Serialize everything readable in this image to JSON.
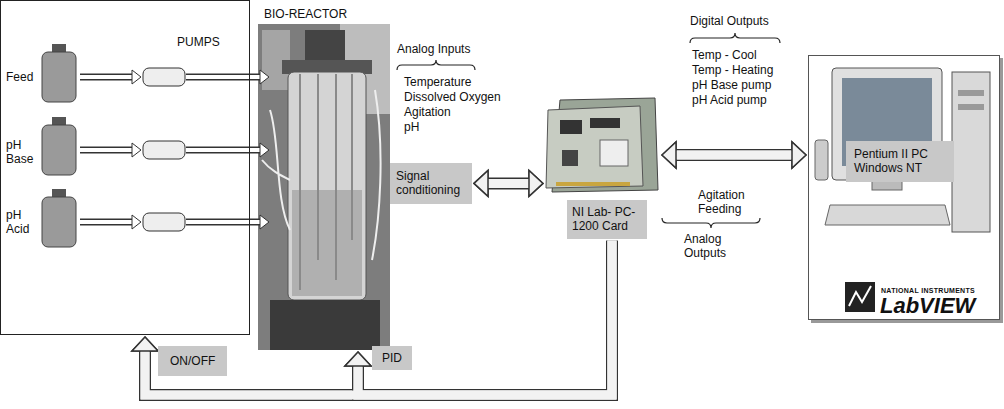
{
  "diagram": {
    "nodes": [
      {
        "text": [
          "PUMPS"
        ]
      },
      {
        "text": [
          "BIO-REACTOR"
        ]
      },
      {
        "text": [
          "Signal conditioning"
        ]
      },
      {
        "text": [
          "NI Lab- PC- 1200 Card"
        ]
      },
      {
        "text": [
          "Pentium II PC Windows NT"
        ]
      }
    ],
    "edges": [
      {
        "from": 2,
        "to": 3,
        "arrow": "both"
      },
      {
        "from": 3,
        "to": 4,
        "arrow": "both"
      },
      {
        "from": 3,
        "to": 0,
        "arrow": "to",
        "label": "ON/OFF"
      },
      {
        "from": 3,
        "to": 1,
        "arrow": "to",
        "label": "PID"
      }
    ],
    "labels": [
      "Feed",
      "pH Base",
      "pH Acid",
      "Analog Inputs",
      "Temperature",
      "Dissolved Oxygen",
      "Agitation",
      "pH",
      "Digital Outputs",
      "Temp - Cool",
      "Temp - Heating",
      "pH Base pump",
      "pH Acid pump",
      "Agitation",
      "Feeding",
      "Analog Outputs",
      "NATIONAL INSTRUMENTS",
      "LabVIEW"
    ]
  }
}
